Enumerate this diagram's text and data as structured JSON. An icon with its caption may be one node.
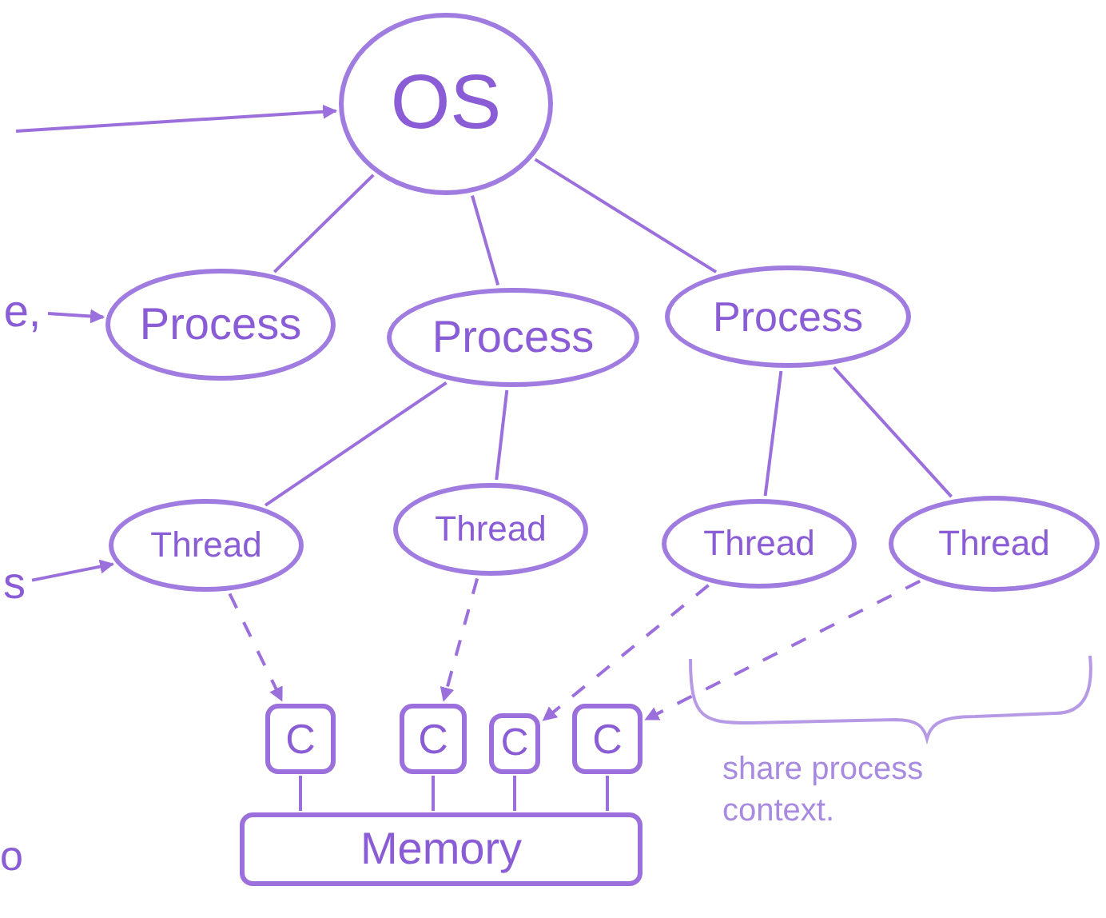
{
  "diagram": {
    "nodes": [
      {
        "text": [
          "e,"
        ]
      },
      {
        "text": [
          "s"
        ]
      },
      {
        "text": [
          "OS"
        ]
      },
      {
        "text": [
          "Process"
        ]
      },
      {
        "text": [
          "Process"
        ]
      },
      {
        "text": [
          "Process"
        ]
      },
      {
        "text": [
          "Thread"
        ]
      },
      {
        "text": [
          "Thread"
        ]
      },
      {
        "text": [
          "Thread"
        ]
      },
      {
        "text": [
          "Thread"
        ]
      },
      {
        "text": [
          "C"
        ]
      },
      {
        "text": [
          "C"
        ]
      },
      {
        "text": [
          "C"
        ]
      },
      {
        "text": [
          "C"
        ]
      },
      {
        "text": [
          "Memory"
        ]
      }
    ],
    "edges": [
      {
        "from": null,
        "to": 2,
        "arrow": "to"
      },
      {
        "from": 0,
        "to": 3,
        "arrow": "to"
      },
      {
        "from": 1,
        "to": 6,
        "arrow": "to"
      },
      {
        "from": 2,
        "to": 3,
        "arrow": "none"
      },
      {
        "from": 2,
        "to": 4,
        "arrow": "none"
      },
      {
        "from": 2,
        "to": 5,
        "arrow": "none"
      },
      {
        "from": 4,
        "to": 6,
        "arrow": "none"
      },
      {
        "from": 4,
        "to": 7,
        "arrow": "none"
      },
      {
        "from": 5,
        "to": 8,
        "arrow": "none"
      },
      {
        "from": 5,
        "to": 9,
        "arrow": "none"
      },
      {
        "from": 6,
        "to": 10,
        "arrow": "to",
        "style": "dashed"
      },
      {
        "from": 7,
        "to": 11,
        "arrow": "to",
        "style": "dashed"
      },
      {
        "from": 8,
        "to": 12,
        "arrow": "to",
        "style": "dashed"
      },
      {
        "from": 9,
        "to": 13,
        "arrow": "to",
        "style": "dashed"
      },
      {
        "from": 10,
        "to": 14,
        "arrow": "none"
      },
      {
        "from": 11,
        "to": 14,
        "arrow": "none"
      },
      {
        "from": 12,
        "to": 14,
        "arrow": "none"
      },
      {
        "from": 13,
        "to": 14,
        "arrow": "none"
      }
    ],
    "labels": [
      "share process context.",
      "o"
    ]
  }
}
